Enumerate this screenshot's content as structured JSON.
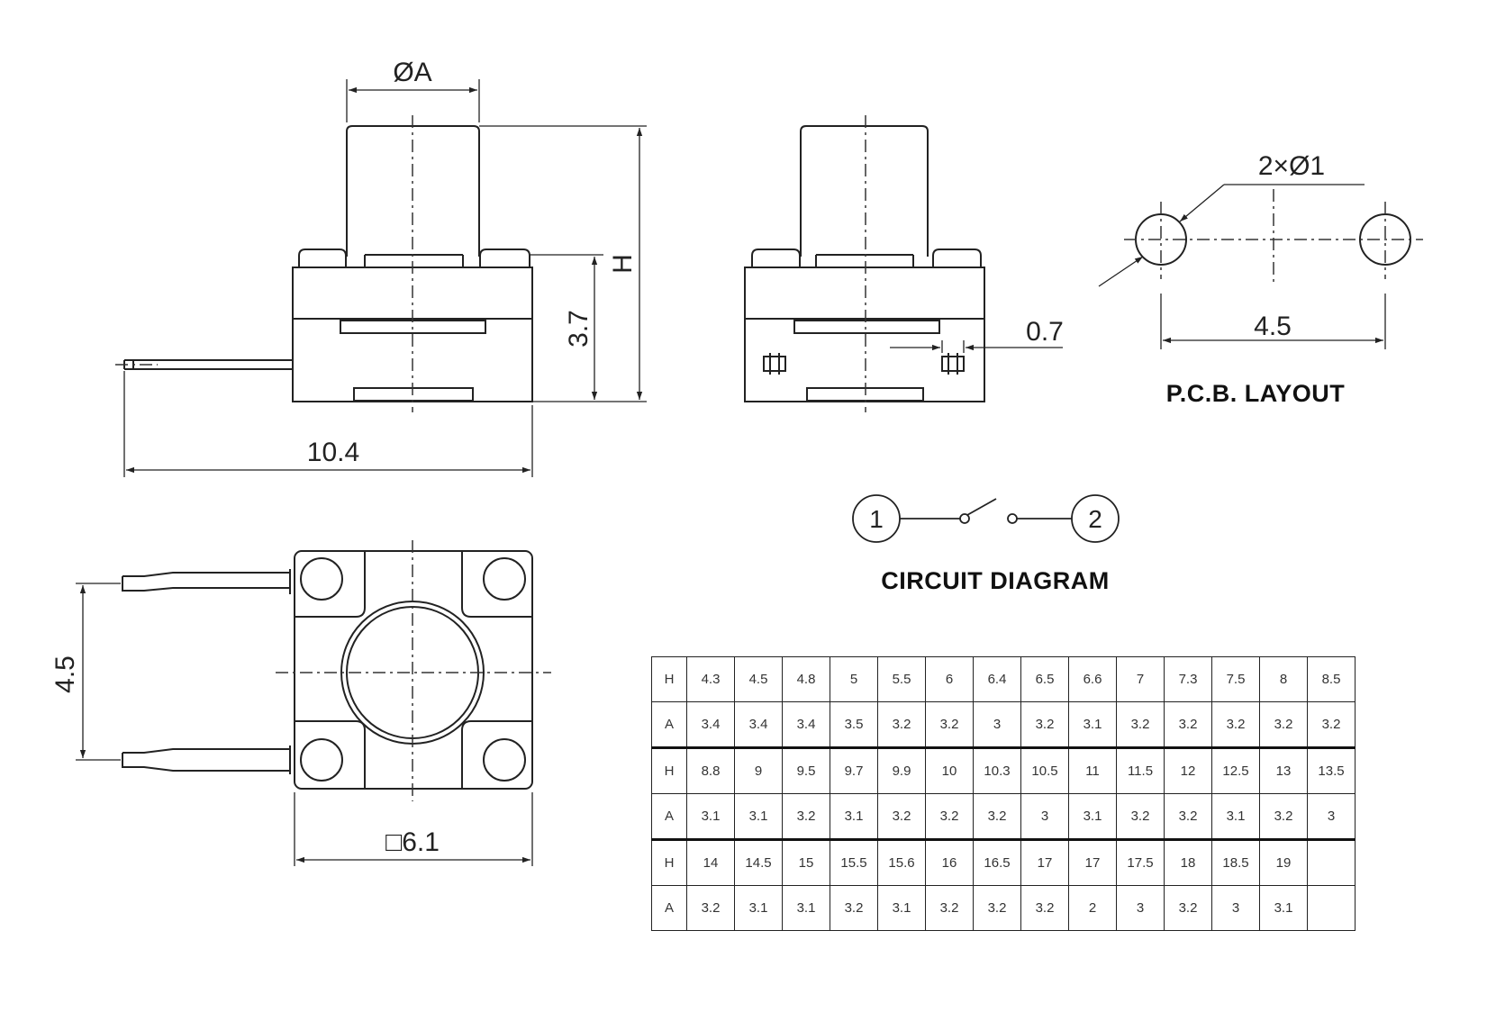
{
  "dimensions": {
    "diameter_a": "ØA",
    "height_h": "H",
    "body_height": "3.7",
    "overall_length": "10.4",
    "lead_width": "0.7",
    "hole_spec": "2×Ø1",
    "pcb_pitch": "4.5",
    "side_pitch": "4.5",
    "body_square": "□6.1"
  },
  "labels": {
    "pcb_layout": "P.C.B. LAYOUT",
    "circuit_diagram": "CIRCUIT DIAGRAM",
    "pin_1": "1",
    "pin_2": "2"
  },
  "table": {
    "rows": [
      [
        "H",
        "4.3",
        "4.5",
        "4.8",
        "5",
        "5.5",
        "6",
        "6.4",
        "6.5",
        "6.6",
        "7",
        "7.3",
        "7.5",
        "8",
        "8.5"
      ],
      [
        "A",
        "3.4",
        "3.4",
        "3.4",
        "3.5",
        "3.2",
        "3.2",
        "3",
        "3.2",
        "3.1",
        "3.2",
        "3.2",
        "3.2",
        "3.2",
        "3.2"
      ],
      [
        "H",
        "8.8",
        "9",
        "9.5",
        "9.7",
        "9.9",
        "10",
        "10.3",
        "10.5",
        "11",
        "11.5",
        "12",
        "12.5",
        "13",
        "13.5"
      ],
      [
        "A",
        "3.1",
        "3.1",
        "3.2",
        "3.1",
        "3.2",
        "3.2",
        "3.2",
        "3",
        "3.1",
        "3.2",
        "3.2",
        "3.1",
        "3.2",
        "3"
      ],
      [
        "H",
        "14",
        "14.5",
        "15",
        "15.5",
        "15.6",
        "16",
        "16.5",
        "17",
        "17",
        "17.5",
        "18",
        "18.5",
        "19",
        ""
      ],
      [
        "A",
        "3.2",
        "3.1",
        "3.1",
        "3.2",
        "3.1",
        "3.2",
        "3.2",
        "3.2",
        "2",
        "3",
        "3.2",
        "3",
        "3.1",
        ""
      ]
    ]
  }
}
